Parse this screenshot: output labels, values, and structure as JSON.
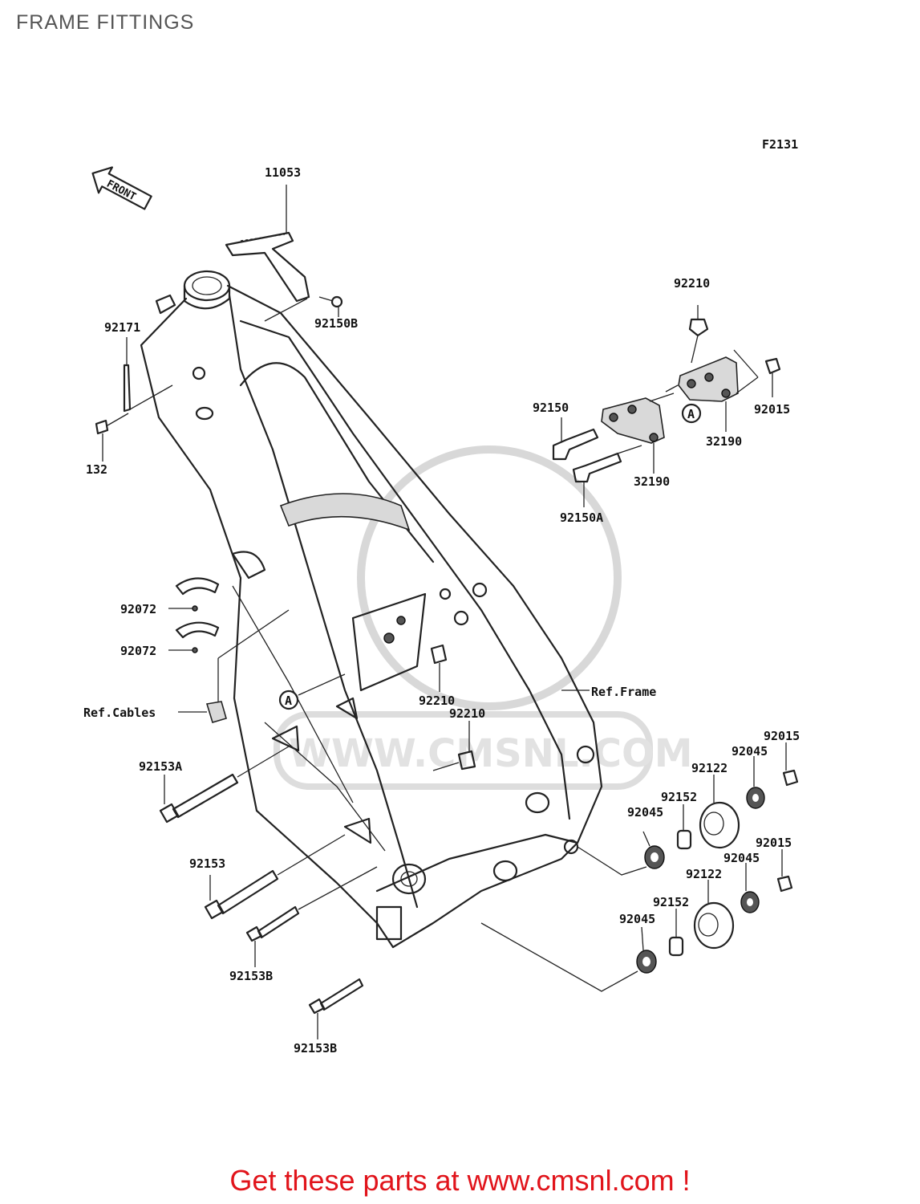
{
  "page": {
    "title": "FRAME FITTINGS",
    "figure_code": "F2131",
    "front_marker": "FRONT",
    "watermark_text": "WWW.CMSNL.COM",
    "footer_cta": "Get these parts at www.cmsnl.com !"
  },
  "callouts": {
    "p11053": "11053",
    "p92150B": "92150B",
    "p92171": "92171",
    "p132": "132",
    "p92210_top": "92210",
    "p92015_top": "92015",
    "p92150": "92150",
    "p32190_a": "32190",
    "p32190_b": "32190",
    "p92150A": "92150A",
    "p92072_a": "92072",
    "p92072_b": "92072",
    "ref_cables": "Ref.Cables",
    "p92210_mid": "92210",
    "p92210_low": "92210",
    "ref_frame": "Ref.Frame",
    "p92153A": "92153A",
    "p92015_r1": "92015",
    "p92045_r1": "92045",
    "p92122_r1": "92122",
    "p92152_r1": "92152",
    "p92045_r2": "92045",
    "p92015_r2": "92015",
    "p92045_r3": "92045",
    "p92122_r2": "92122",
    "p92153": "92153",
    "p92152_r2": "92152",
    "p92045_r4": "92045",
    "p92153B_a": "92153B",
    "p92153B_b": "92153B",
    "mark_a_right": "A",
    "mark_a_left": "A"
  }
}
